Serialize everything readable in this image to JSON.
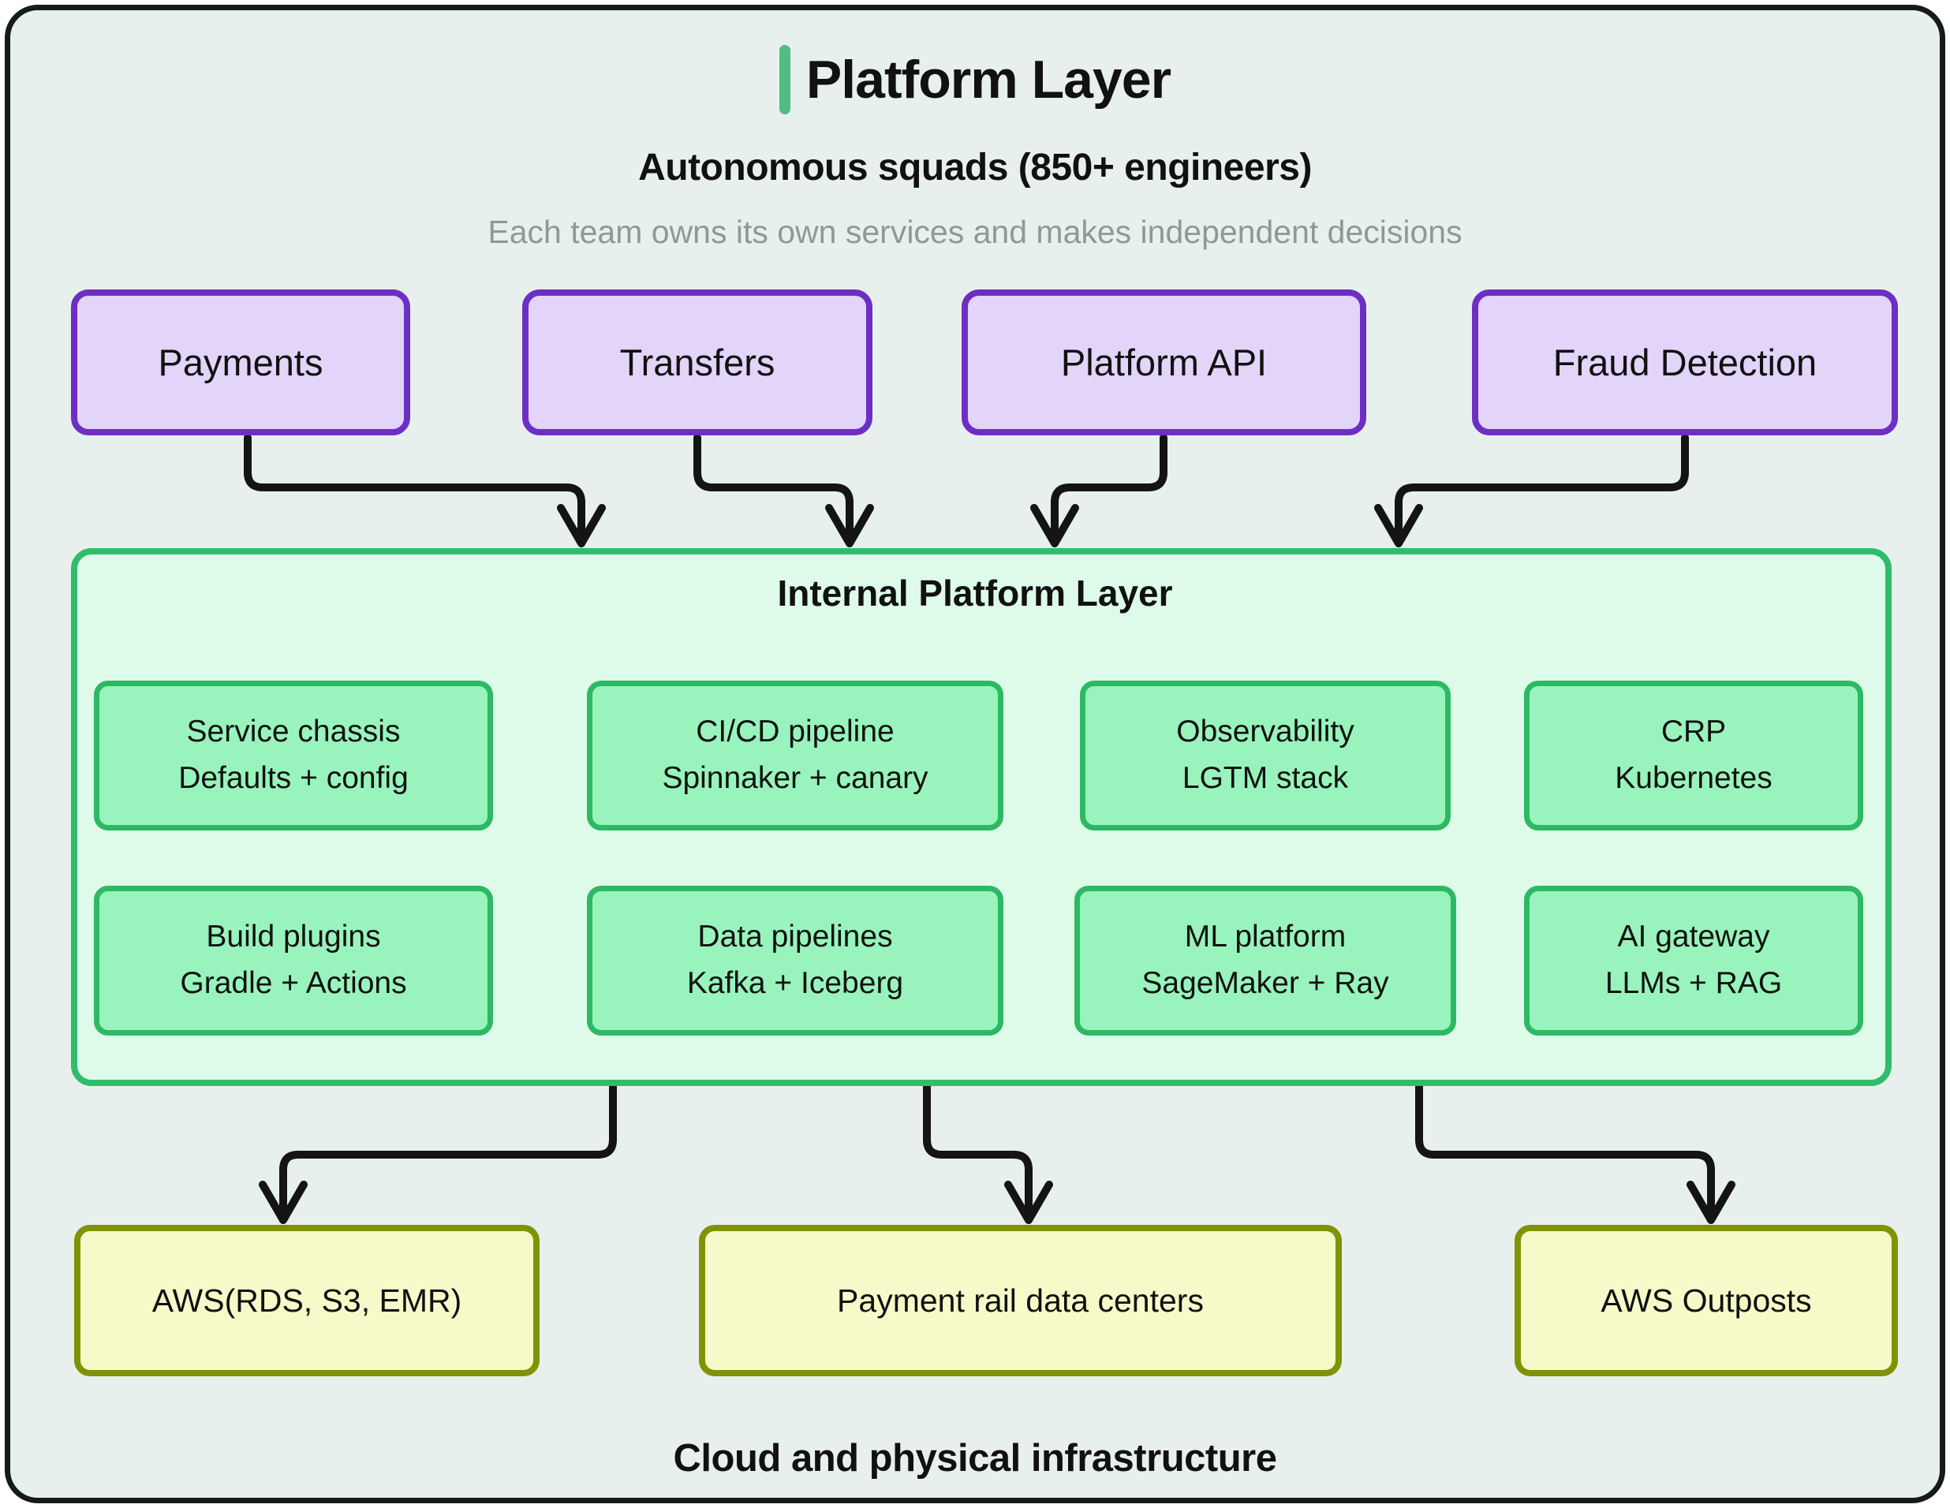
{
  "header": {
    "title": "Platform Layer",
    "subtitle": "Autonomous squads (850+ engineers)",
    "tagline": "Each team owns its own services and makes independent decisions"
  },
  "squads": [
    {
      "label": "Payments"
    },
    {
      "label": "Transfers"
    },
    {
      "label": "Platform API"
    },
    {
      "label": "Fraud Detection"
    }
  ],
  "platform": {
    "title": "Internal Platform Layer",
    "services": [
      {
        "line1": "Service chassis",
        "line2": "Defaults + config"
      },
      {
        "line1": "CI/CD pipeline",
        "line2": "Spinnaker + canary"
      },
      {
        "line1": "Observability",
        "line2": "LGTM stack"
      },
      {
        "line1": "CRP",
        "line2": "Kubernetes"
      },
      {
        "line1": "Build plugins",
        "line2": "Gradle + Actions"
      },
      {
        "line1": "Data pipelines",
        "line2": "Kafka + Iceberg"
      },
      {
        "line1": "ML platform",
        "line2": "SageMaker + Ray"
      },
      {
        "line1": "AI gateway",
        "line2": "LLMs + RAG"
      }
    ]
  },
  "infrastructure": {
    "label": "Cloud and physical infrastructure",
    "nodes": [
      {
        "label": "AWS(RDS, S3, EMR)"
      },
      {
        "label": "Payment rail data centers"
      },
      {
        "label": "AWS Outposts"
      }
    ]
  },
  "colors": {
    "accent_green": "#4ebe82",
    "squad_fill": "#e3d4fa",
    "squad_border": "#6d2fc3",
    "platform_fill": "#defbe9",
    "platform_border": "#2ebd6b",
    "service_fill": "#98f4bc",
    "infra_fill": "#f6fac9",
    "infra_border": "#7f9305",
    "arrow": "#141414",
    "tagline_gray": "#8e9994",
    "background": "#e8f0ed"
  }
}
